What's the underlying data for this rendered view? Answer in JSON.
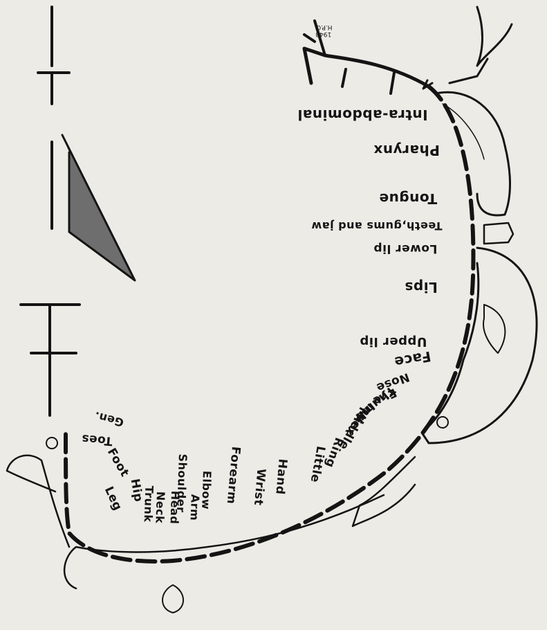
{
  "labels": {
    "intra_abdominal": "Intra-abdominal",
    "pharynx": "Pharynx",
    "tongue": "Tongue",
    "teeth_gums_jaw": "Teeth,gums and jaw",
    "lower_lip": "Lower lip",
    "lips": "Lips",
    "upper_lip": "Upper lip",
    "face": "Face",
    "nose": "Nose",
    "eye": "Eye",
    "thumb": "Thumb",
    "index": "Index",
    "middle": "Middle",
    "ring": "Ring",
    "little": "Little",
    "hand": "Hand",
    "wrist": "Wrist",
    "forearm": "Forearm",
    "elbow": "Elbow",
    "arm": "Arm",
    "shoulder": "Shoulder",
    "head": "Head",
    "neck": "Neck",
    "trunk": "Trunk",
    "hip": "Hip",
    "leg": "Leg",
    "foot": "Foot",
    "toes": "Toes",
    "gen": "Gen."
  },
  "signature": {
    "initials": "H.P.C.",
    "year": "1948"
  }
}
